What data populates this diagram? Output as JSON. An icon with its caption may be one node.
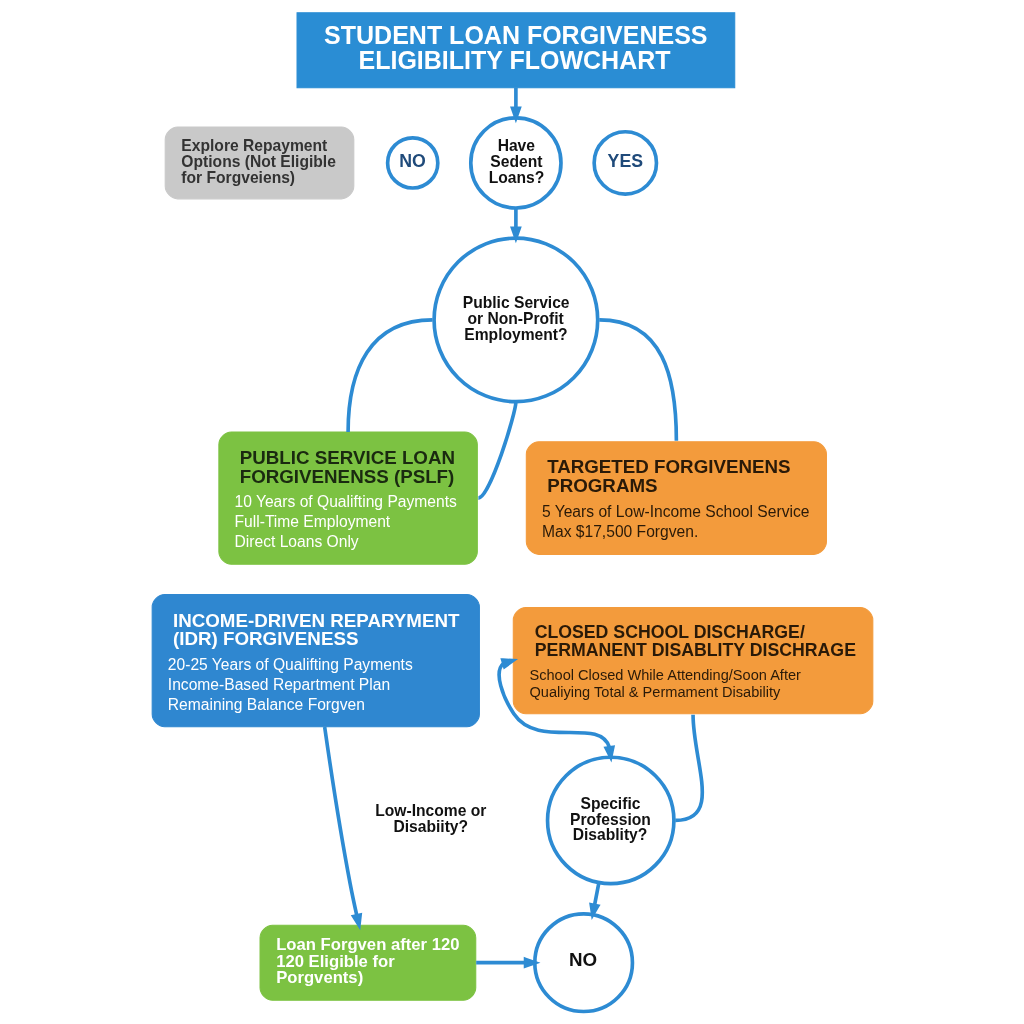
{
  "diagram": {
    "nodes": [
      {
        "text": [
          "STUDENT LOAN FORGIVENESS ELIGIBILITY FLOWCHART"
        ]
      },
      {
        "text": [
          "Explore Repayment Options (Not Eligible for Forgveiens)"
        ]
      },
      {
        "text": [
          "NO"
        ]
      },
      {
        "text": [
          "Have Sedent Loans?"
        ]
      },
      {
        "text": [
          "YES"
        ]
      },
      {
        "text": [
          "Public Service or Non-Profit Employment?"
        ]
      },
      {
        "text": [
          "PUBLIC SERVICE LOAN FORGIVENENSS (PSLF)",
          "10 Years of Qualifting Payments",
          "Full-Time Employment",
          "Direct Loans Only"
        ]
      },
      {
        "text": [
          "TARGETED FORGIVENENS PROGRAMS",
          "5 Years of Low-Income School Service",
          "Max $17,500 Forgven."
        ]
      },
      {
        "text": [
          "INCOME-DRIVEN REPARYMENT (IDR) FORGIVENESS",
          "20-25 Years of Qualifting Payments",
          "Income-Based Repartment Plan",
          "Remaining Balance Forgven"
        ]
      },
      {
        "text": [
          "CLOSED SCHOOL DISCHARGE/ PERMANENT DISABLITY DISCHRAGE",
          "School Closed While Attending/Soon After",
          "Qualiying Total & Permament Disability"
        ]
      },
      {
        "text": [
          "Specific Profession Disablity?"
        ]
      },
      {
        "text": [
          "Loan Forgven after 120 120 Eligible for Porgvents)"
        ]
      },
      {
        "text": [
          "NO"
        ]
      }
    ],
    "edges": [
      {
        "from": 0,
        "to": 3,
        "arrow": "to"
      },
      {
        "from": 3,
        "to": 5,
        "arrow": "to"
      },
      {
        "from": 5,
        "to": 6,
        "arrow": "none"
      },
      {
        "from": 5,
        "to": 7,
        "arrow": "none"
      },
      {
        "from": 6,
        "to": 5,
        "arrow": "none"
      },
      {
        "from": 10,
        "to": 9,
        "arrow": "both"
      },
      {
        "from": 9,
        "to": 10,
        "arrow": "none"
      },
      {
        "from": 10,
        "to": 12,
        "arrow": "to"
      },
      {
        "from": 8,
        "to": 11,
        "arrow": "to"
      },
      {
        "from": 11,
        "to": 12,
        "arrow": "to"
      }
    ],
    "labels": [
      "Low-Income or Disabiity?"
    ]
  }
}
